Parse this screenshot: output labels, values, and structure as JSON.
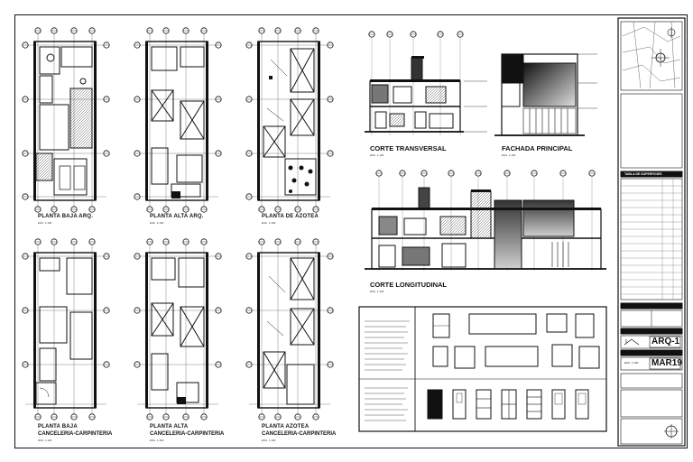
{
  "plans": {
    "p1": {
      "title": "PLANTA BAJA ARQ.",
      "scale": "ESC. 1:100"
    },
    "p2": {
      "title": "PLANTA ALTA ARQ.",
      "scale": "ESC. 1:100"
    },
    "p3": {
      "title": "PLANTA DE AZOTEA",
      "scale": "ESC. 1:100"
    },
    "p4": {
      "title": "PLANTA BAJA",
      "subtitle": "CANCELERIA-CARPINTERIA",
      "scale": "ESC. 1:100"
    },
    "p5": {
      "title": "PLANTA ALTA",
      "subtitle": "CANCELERIA-CARPINTERIA",
      "scale": "ESC. 1:100"
    },
    "p6": {
      "title": "PLANTA AZOTEA",
      "subtitle": "CANCELERIA-CARPINTERIA",
      "scale": "ESC. 1:100"
    }
  },
  "elevations": {
    "corte_transversal": {
      "title": "CORTE TRANSVERSAL",
      "scale": "ESC. 1:100"
    },
    "fachada_principal": {
      "title": "FACHADA PRINCIPAL",
      "scale": "ESC. 1:100"
    },
    "corte_longitudinal": {
      "title": "CORTE LONGITUDINAL",
      "scale": "ESC. 1:100"
    }
  },
  "title_block": {
    "table_heading": "TABLA DE SUPERFICIES",
    "sheet_code": "ARQ-1",
    "date": "MAR19",
    "scale_note": "ESC. 1:100"
  }
}
